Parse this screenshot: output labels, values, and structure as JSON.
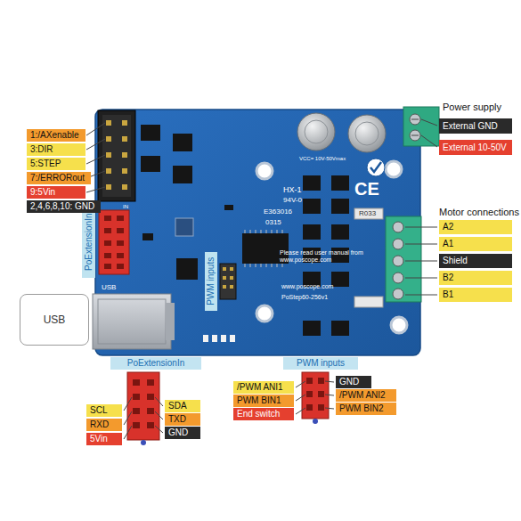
{
  "diagram": {
    "nodes": [
      {
        "text": [
          "1:/AXenable"
        ]
      },
      {
        "text": [
          "3:DIR"
        ]
      },
      {
        "text": [
          "5:STEP"
        ]
      },
      {
        "text": [
          "7:/ERRORout"
        ]
      },
      {
        "text": [
          "9:5Vin"
        ]
      },
      {
        "text": [
          "2,4,6,8,10: GND"
        ]
      },
      {
        "text": [
          "External GND"
        ]
      },
      {
        "text": [
          "External 10-50V"
        ]
      },
      {
        "text": [
          "A2"
        ]
      },
      {
        "text": [
          "A1"
        ]
      },
      {
        "text": [
          "Shield"
        ]
      },
      {
        "text": [
          "B2"
        ]
      },
      {
        "text": [
          "B1"
        ]
      },
      {
        "text": [
          "USB"
        ]
      },
      {
        "text": [
          "PoExtensionIn"
        ]
      },
      {
        "text": [
          "SCL"
        ]
      },
      {
        "text": [
          "SDA"
        ]
      },
      {
        "text": [
          "RXD"
        ]
      },
      {
        "text": [
          "TXD"
        ]
      },
      {
        "text": [
          "5Vin"
        ]
      },
      {
        "text": [
          "GND"
        ]
      },
      {
        "text": [
          "PWM inputs"
        ]
      },
      {
        "text": [
          "/PWM ANI1"
        ]
      },
      {
        "text": [
          "GND"
        ]
      },
      {
        "text": [
          "PWM BIN1"
        ]
      },
      {
        "text": [
          "/PWM ANI2"
        ]
      },
      {
        "text": [
          "End switch"
        ]
      },
      {
        "text": [
          "PWM BIN2"
        ]
      }
    ],
    "labels": [
      "Power supply",
      "Motor connections",
      "PoExtensionIn",
      "USB",
      "PWM inputs",
      "IN",
      "HX-1",
      "94V-0",
      "E363016",
      "0315",
      "VCC= 10V-50Vmax",
      "R033",
      "Please read user manual from www.poscope.com",
      "www.poscope.com",
      "PoStep60-256v1",
      "CE"
    ]
  }
}
